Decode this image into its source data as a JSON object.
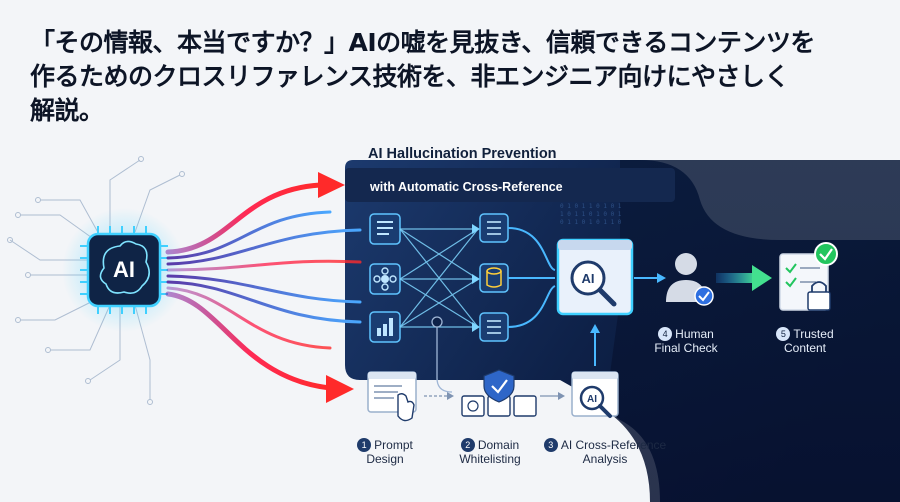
{
  "headline": {
    "line1": "「その情報、本当ですか？」AIの嘘を見抜き、信頼できるコンテンツを",
    "line2": "作るためのクロスリファレンス技術を、非エンジニア向けにやさしく",
    "line3": "解説。"
  },
  "diagram": {
    "title": "AI Hallucination Prevention",
    "subtitle": "with Automatic Cross-Reference",
    "chip_label": "AI",
    "magnifier_label": "AI",
    "steps": [
      {
        "num": "1",
        "line1": "Prompt",
        "line2": "Design"
      },
      {
        "num": "2",
        "line1": "Domain",
        "line2": "Whitelisting"
      },
      {
        "num": "3",
        "line1": "AI Cross-Reference",
        "line2": "Analysis"
      },
      {
        "num": "4",
        "line1": "Human",
        "line2": "Final Check"
      },
      {
        "num": "5",
        "line1": "Trusted",
        "line2": "Content"
      }
    ],
    "colors": {
      "panel_dark": "#0c1b36",
      "accent_cyan": "#3fd0ff",
      "arrow_red": "#ff2a2a",
      "arrow_green": "#3ee08a",
      "check_green": "#22c55e"
    }
  }
}
